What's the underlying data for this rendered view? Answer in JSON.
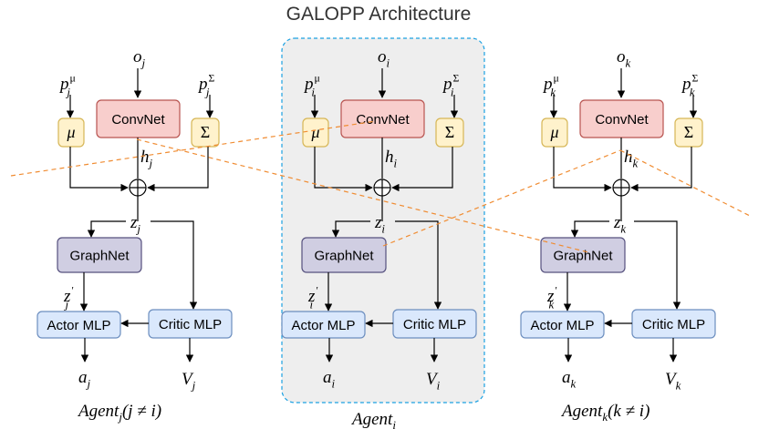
{
  "title": "GALOPP Architecture",
  "colors": {
    "convnet_fill": "#f8cecc",
    "convnet_stroke": "#b85450",
    "param_fill": "#fff2cc",
    "param_stroke": "#d6b656",
    "graphnet_fill": "#d0cee2",
    "graphnet_stroke": "#56517e",
    "mlp_fill": "#dae8fc",
    "mlp_stroke": "#6c8ebf",
    "highlight_fill": "#eeeeee",
    "highlight_stroke": "#1ba1e2",
    "crossing_line": "#f08c32"
  },
  "labels": {
    "convnet": "ConvNet",
    "graphnet": "GraphNet",
    "actor": "Actor MLP",
    "critic": "Critic MLP",
    "mu": "μ",
    "sigma": "Σ"
  },
  "agents": [
    {
      "id": "j",
      "obs": "o",
      "obs_sub": "j",
      "pmu": "p",
      "pmu_sup": "μ",
      "pmu_sub": "j",
      "psig": "p",
      "psig_sup": "Σ",
      "psig_sub": "j",
      "h": "h",
      "h_sub": "j",
      "z": "z",
      "z_sub": "j",
      "zp": "z",
      "zp_sup": "′",
      "zp_sub": "j",
      "a": "a",
      "a_sub": "j",
      "v": "V",
      "v_sub": "j",
      "name": "Agent",
      "name_sub": "j",
      "name_cond": "(j ≠ i)"
    },
    {
      "id": "i",
      "obs": "o",
      "obs_sub": "i",
      "pmu": "p",
      "pmu_sup": "μ",
      "pmu_sub": "i",
      "psig": "p",
      "psig_sup": "Σ",
      "psig_sub": "i",
      "h": "h",
      "h_sub": "i",
      "z": "z",
      "z_sub": "i",
      "zp": "z",
      "zp_sup": "′",
      "zp_sub": "i",
      "a": "a",
      "a_sub": "i",
      "v": "V",
      "v_sub": "i",
      "name": "Agent",
      "name_sub": "i",
      "name_cond": ""
    },
    {
      "id": "k",
      "obs": "o",
      "obs_sub": "k",
      "pmu": "p",
      "pmu_sup": "μ",
      "pmu_sub": "k",
      "psig": "p",
      "psig_sup": "Σ",
      "psig_sub": "k",
      "h": "h",
      "h_sub": "k",
      "z": "z",
      "z_sub": "k",
      "zp": "z",
      "zp_sup": "′",
      "zp_sub": "k",
      "a": "a",
      "a_sub": "k",
      "v": "V",
      "v_sub": "k",
      "name": "Agent",
      "name_sub": "k",
      "name_cond": "(k ≠ i)"
    }
  ]
}
